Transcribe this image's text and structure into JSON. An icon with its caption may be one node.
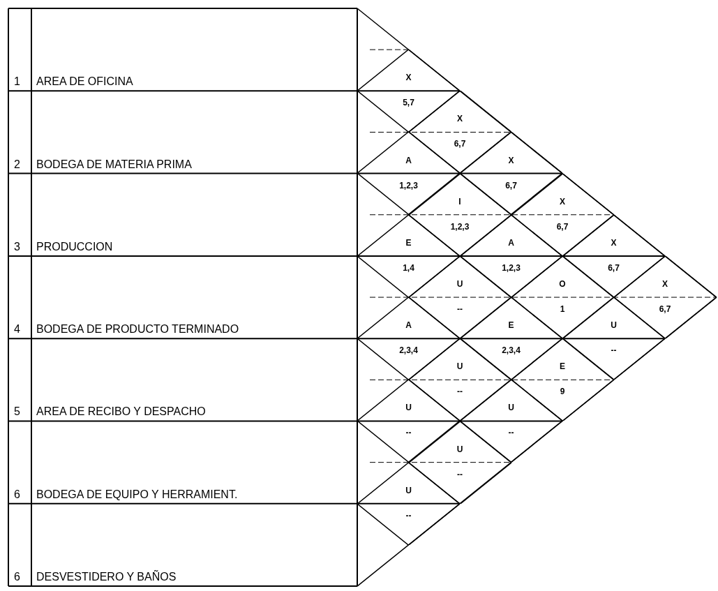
{
  "diagram": {
    "nodes": [
      {
        "text": [
          "1",
          "AREA DE OFICINA"
        ]
      },
      {
        "text": [
          "2",
          "BODEGA DE MATERIA PRIMA"
        ]
      },
      {
        "text": [
          "3",
          "PRODUCCION"
        ]
      },
      {
        "text": [
          "4",
          "BODEGA DE PRODUCTO TERMINADO"
        ]
      },
      {
        "text": [
          "5",
          "AREA DE RECIBO Y DESPACHO"
        ]
      },
      {
        "text": [
          "6",
          "BODEGA DE EQUIPO Y HERRAMIENT."
        ]
      },
      {
        "text": [
          "6",
          "DESVESTIDERO Y BAÑOS"
        ]
      },
      {
        "text": [
          "X",
          "5,7"
        ]
      },
      {
        "text": [
          "X",
          "6,7"
        ]
      },
      {
        "text": [
          "X",
          "6,7"
        ]
      },
      {
        "text": [
          "X",
          "6,7"
        ]
      },
      {
        "text": [
          "X",
          "6,7"
        ]
      },
      {
        "text": [
          "X",
          "6,7"
        ]
      },
      {
        "text": [
          "A",
          "1,2,3"
        ]
      },
      {
        "text": [
          "I",
          "1,2,3"
        ]
      },
      {
        "text": [
          "A",
          "1,2,3"
        ]
      },
      {
        "text": [
          "O",
          "1"
        ]
      },
      {
        "text": [
          "U",
          "--"
        ]
      },
      {
        "text": [
          "E",
          "1,4"
        ]
      },
      {
        "text": [
          "U",
          "--"
        ]
      },
      {
        "text": [
          "E",
          "2,3,4"
        ]
      },
      {
        "text": [
          "E",
          "9"
        ]
      },
      {
        "text": [
          "A",
          "2,3,4"
        ]
      },
      {
        "text": [
          "U",
          "--"
        ]
      },
      {
        "text": [
          "U",
          "--"
        ]
      },
      {
        "text": [
          "U",
          "--"
        ]
      },
      {
        "text": [
          "U",
          "--"
        ]
      },
      {
        "text": [
          "U",
          "--"
        ]
      }
    ]
  }
}
